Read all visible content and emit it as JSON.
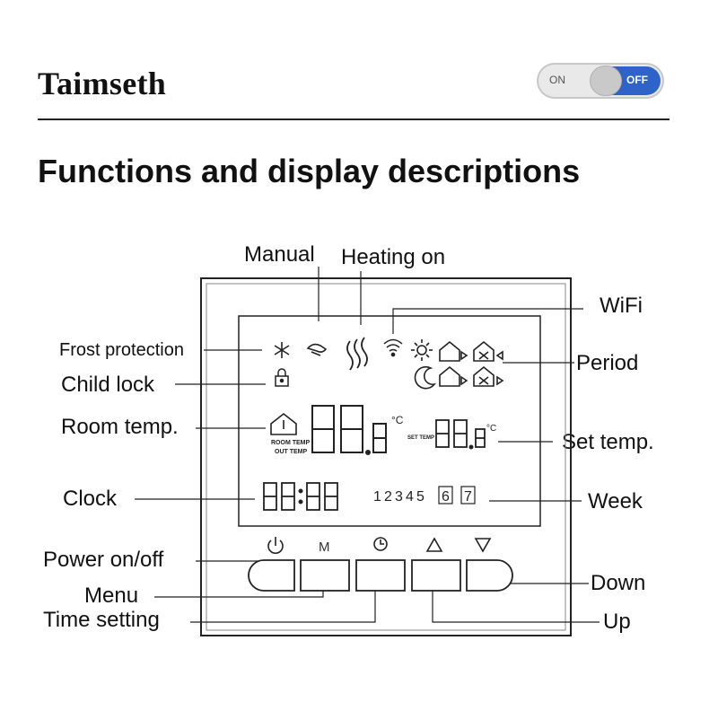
{
  "brand": "Taimseth",
  "toggle": {
    "on_label": "ON",
    "off_label": "OFF",
    "state": "off",
    "accent": "#2e63c9"
  },
  "heading": "Functions and display descriptions",
  "labels": {
    "manual": "Manual",
    "heating_on": "Heating on",
    "wifi": "WiFi",
    "frost_protection": "Frost protection",
    "period": "Period",
    "child_lock": "Child lock",
    "room_temp": "Room temp.",
    "set_temp": "Set temp.",
    "clock": "Clock",
    "week": "Week",
    "power": "Power on/off",
    "menu": "Menu",
    "time_setting": "Time setting",
    "down": "Down",
    "up": "Up"
  },
  "display": {
    "room_temp_label": "ROOM TEMP",
    "out_temp_label": "OUT TEMP",
    "set_temp_label": "SET TEMP",
    "unit": "°C",
    "week_days": [
      "1",
      "2",
      "3",
      "4",
      "5"
    ],
    "week_boxed": [
      "6",
      "7"
    ],
    "menu_button_letter": "M"
  },
  "icons": [
    "snowflake-icon",
    "hand-icon",
    "heat-waves-icon",
    "wifi-icon",
    "sun-icon",
    "moon-icon",
    "house-arrow-icon",
    "house-tools-icon",
    "lock-icon",
    "power-icon",
    "clock-icon",
    "up-triangle-icon",
    "down-triangle-icon"
  ]
}
